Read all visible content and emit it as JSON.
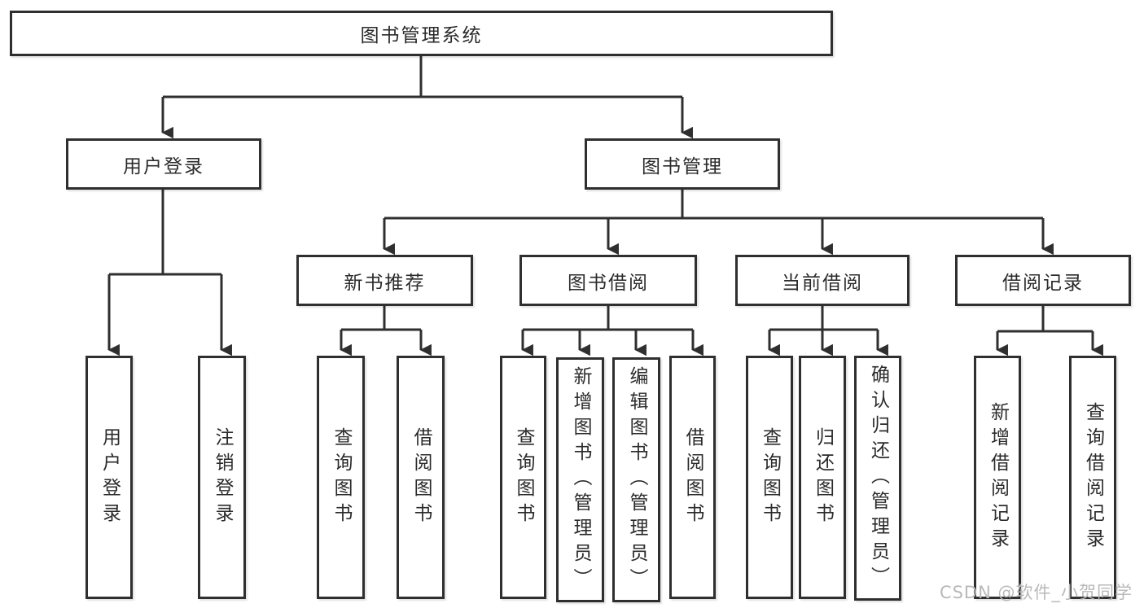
{
  "colors": {
    "line": "#2f2f2f",
    "box_fill": "#ffffff",
    "text": "#2b2b2b",
    "watermark": "#b9b9b9",
    "bg": "#ffffff"
  },
  "tree": {
    "root": {
      "label": "图书管理系统"
    },
    "branches": [
      {
        "label": "用户登录",
        "children": [
          {
            "label": "用户登录"
          },
          {
            "label": "注销登录"
          }
        ]
      },
      {
        "label": "图书管理",
        "children": [
          {
            "label": "新书推荐",
            "children": [
              {
                "label": "查询图书"
              },
              {
                "label": "借阅图书"
              }
            ]
          },
          {
            "label": "图书借阅",
            "children": [
              {
                "label": "查询图书"
              },
              {
                "label": "新增图书（管理员）"
              },
              {
                "label": "编辑图书（管理员）"
              },
              {
                "label": "借阅图书"
              }
            ]
          },
          {
            "label": "当前借阅",
            "children": [
              {
                "label": "查询图书"
              },
              {
                "label": "归还图书"
              },
              {
                "label": "确认归还（管理员）"
              }
            ]
          },
          {
            "label": "借阅记录",
            "children": [
              {
                "label": "新增借阅记录"
              },
              {
                "label": "查询借阅记录"
              }
            ]
          }
        ]
      }
    ]
  },
  "watermark": {
    "text": "CSDN @软件_小贺同学"
  }
}
